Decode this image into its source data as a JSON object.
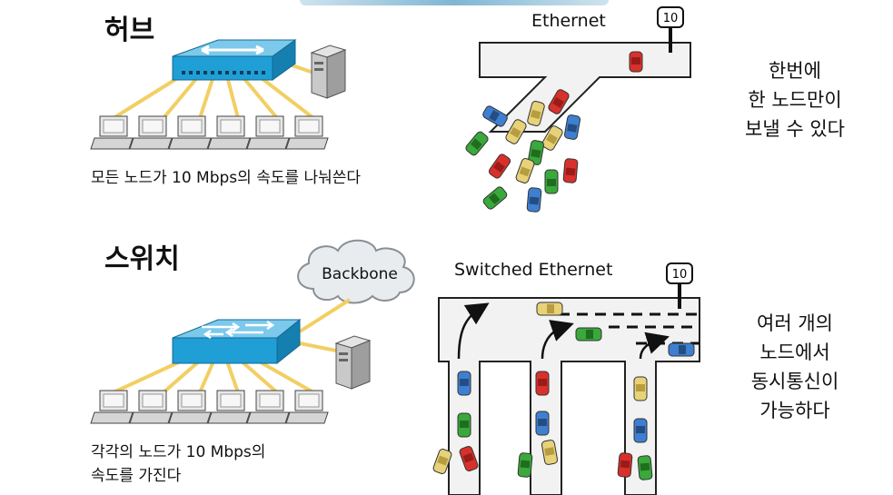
{
  "hub": {
    "title": "허브",
    "caption": "모든 노드가 10 Mbps의 속도를 나눠쓴다",
    "road_label": "Ethernet",
    "sign": "10",
    "side_lines": [
      "한번에",
      "한 노드만이",
      "보낼 수 있다"
    ]
  },
  "switch": {
    "title": "스위치",
    "caption_lines": [
      "각각의 노드가 10 Mbps의",
      "속도를 가진다"
    ],
    "road_label": "Switched Ethernet",
    "sign": "10",
    "cloud_label": "Backbone",
    "side_lines": [
      "여러 개의",
      "노드에서",
      "동시통신이",
      "가능하다"
    ]
  },
  "colors": {
    "device_blue": "#1f9fd6",
    "cable": "#f2cf62",
    "car_red": "#d8312c",
    "car_blue": "#3f7fd0",
    "car_green": "#3aa83a",
    "car_yellow": "#e7d27a"
  }
}
